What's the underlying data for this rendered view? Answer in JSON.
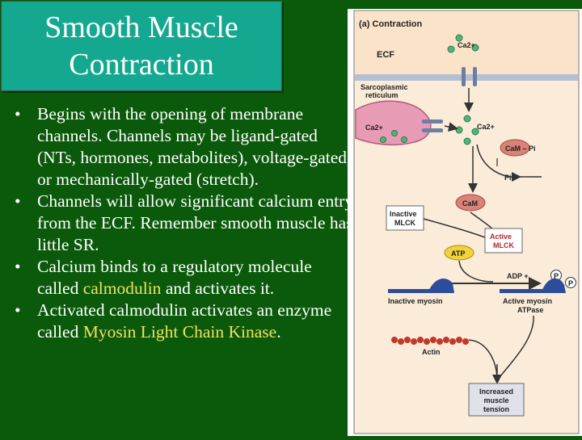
{
  "title": {
    "line1": "Smooth Muscle",
    "line2": "Contraction"
  },
  "bullets": [
    {
      "text": "Begins with the opening of membrane channels.  Channels may be ligand-gated (NTs, hormones, metabolites), voltage-gated, or mechanically-gated (stretch)."
    },
    {
      "text": "Channels will allow significant calcium entry from the ECF.  Remember smooth muscle has little SR."
    },
    {
      "before": "Calcium binds to a regulatory molecule called ",
      "highlight": "calmodulin",
      "after": " and activates it."
    },
    {
      "before": "Activated calmodulin activates an enzyme called ",
      "highlight": "Myosin Light Chain Kinase",
      "after": "."
    }
  ],
  "colors": {
    "background": "#0b5a0b",
    "title_box": "#13a88f",
    "highlight": "#f0e060"
  },
  "diagram": {
    "heading": "(a) Contraction",
    "ecf": "ECF",
    "ca2plus": "Ca2+",
    "sr_line1": "Sarcoplasmic",
    "sr_line2": "reticulum",
    "cam_pi": "CaM – Pi",
    "pi": "Pi",
    "cam": "CaM",
    "inactive_mlck_1": "Inactive",
    "inactive_mlck_2": "MLCK",
    "active_mlck_1": "Active",
    "active_mlck_2": "MLCK",
    "atp": "ATP",
    "adp": "ADP +",
    "p": "P",
    "inactive_myosin": "Inactive myosin",
    "active_myosin_1": "Active myosin",
    "active_myosin_2": "ATPase",
    "actin": "Actin",
    "tension_1": "Increased",
    "tension_2": "muscle",
    "tension_3": "tension"
  }
}
